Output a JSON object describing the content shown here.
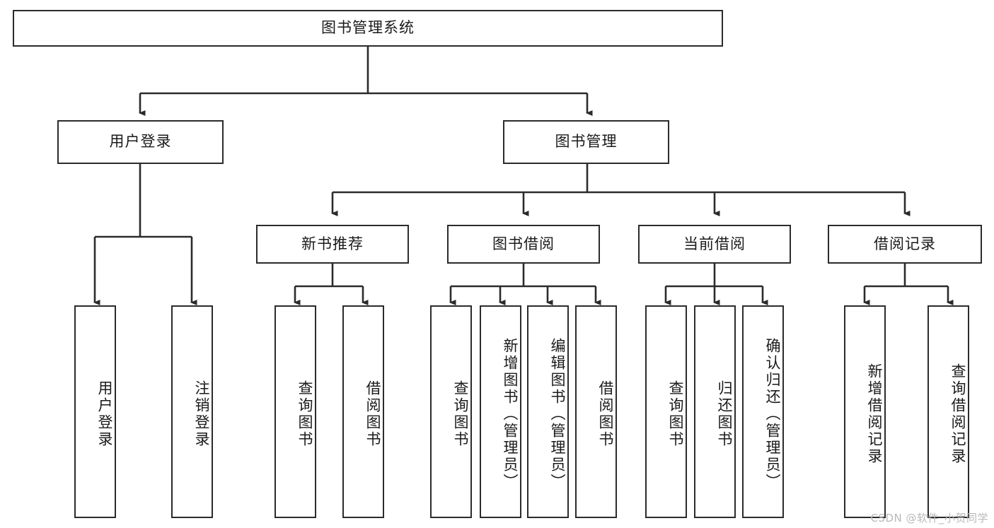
{
  "diagram": {
    "title": "图书管理系统",
    "watermark": "CSDN @软件_小贺同学",
    "colors": {
      "box_border": "#2b2b2b",
      "box_fill": "#ffffff",
      "connector": "#2b2b2b",
      "text": "#1a1a1a",
      "watermark": "#b9b9b9"
    },
    "root": {
      "label": "图书管理系统"
    },
    "level2": [
      {
        "label": "用户登录"
      },
      {
        "label": "图书管理"
      }
    ],
    "level3": [
      {
        "label": "新书推荐"
      },
      {
        "label": "图书借阅"
      },
      {
        "label": "当前借阅"
      },
      {
        "label": "借阅记录"
      }
    ],
    "leaves": {
      "user_login": [
        {
          "label": "用户登录"
        },
        {
          "label": "注销登录"
        }
      ],
      "new_book_recommend": [
        {
          "label": "查询图书"
        },
        {
          "label": "借阅图书"
        }
      ],
      "book_borrow": [
        {
          "label": "查询图书"
        },
        {
          "label": "新增图书（管理员）"
        },
        {
          "label": "编辑图书（管理员）"
        },
        {
          "label": "借阅图书"
        }
      ],
      "current_borrow": [
        {
          "label": "查询图书"
        },
        {
          "label": "归还图书"
        },
        {
          "label": "确认归还（管理员）"
        }
      ],
      "borrow_record": [
        {
          "label": "新增借阅记录"
        },
        {
          "label": "查询借阅记录"
        }
      ]
    }
  }
}
